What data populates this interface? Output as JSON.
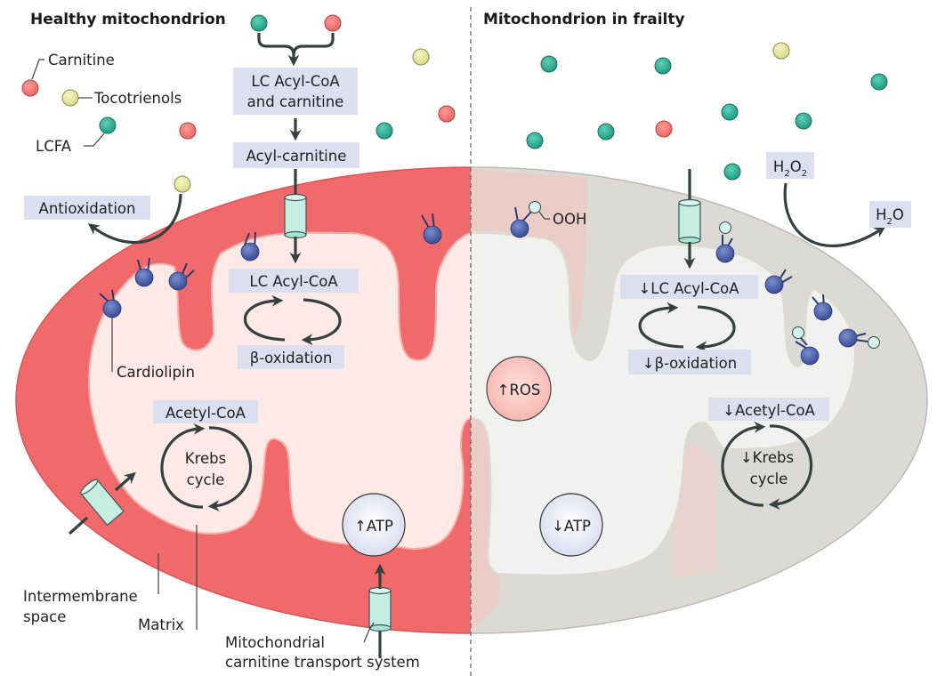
{
  "left_panel": {
    "title": "Healthy mitochondrion",
    "legend": {
      "carnitine": "Carnitine",
      "tocotrienols": "Tocotrienols",
      "lcfa": "LCFA"
    },
    "antioxidation": "Antioxidation",
    "lc_acyl_coa_carnitine_line1": "LC Acyl-CoA",
    "lc_acyl_coa_carnitine_line2": "and carnitine",
    "acyl_carnitine": "Acyl-carnitine",
    "lc_acyl_coa": "LC Acyl-CoA",
    "beta_oxidation": "β-oxidation",
    "cardiolipin": "Cardiolipin",
    "acetyl_coa": "Acetyl-CoA",
    "krebs_line1": "Krebs",
    "krebs_line2": "cycle",
    "atp": "↑ATP",
    "intermembrane_line1": "Intermembrane",
    "intermembrane_line2": "space",
    "matrix": "Matrix",
    "transport_line1": "Mitochondrial",
    "transport_line2": "carnitine transport system"
  },
  "right_panel": {
    "title": "Mitochondrion in frailty",
    "h2o2_main": "H",
    "h2o2_sub1": "2",
    "h2o2_o": "O",
    "h2o2_sub2": "2",
    "h2o_main": "H",
    "h2o_sub": "2",
    "h2o_o": "O",
    "ooh": "OOH",
    "lc_acyl_coa": "↓LC Acyl-CoA",
    "beta_oxidation": "↓β-oxidation",
    "ros": "↑ROS",
    "acetyl_coa": "↓Acetyl-CoA",
    "krebs_line1": "↓Krebs",
    "krebs_line2": "cycle",
    "atp": "↓ATP"
  },
  "colors": {
    "carnitine": "#f07a78",
    "tocotrienol": "#ecea9c",
    "lcfa": "#2fb59c",
    "cardiolipin": "#4a5fa8",
    "healthy_membrane": "#f06a6c",
    "healthy_matrix": "#fde9e6",
    "frail_membrane": "#dcdad4",
    "frail_matrix": "#f1f1ef",
    "label_box": "#dcdff0",
    "transporter": "#c4eee2",
    "arrow": "#354040"
  }
}
